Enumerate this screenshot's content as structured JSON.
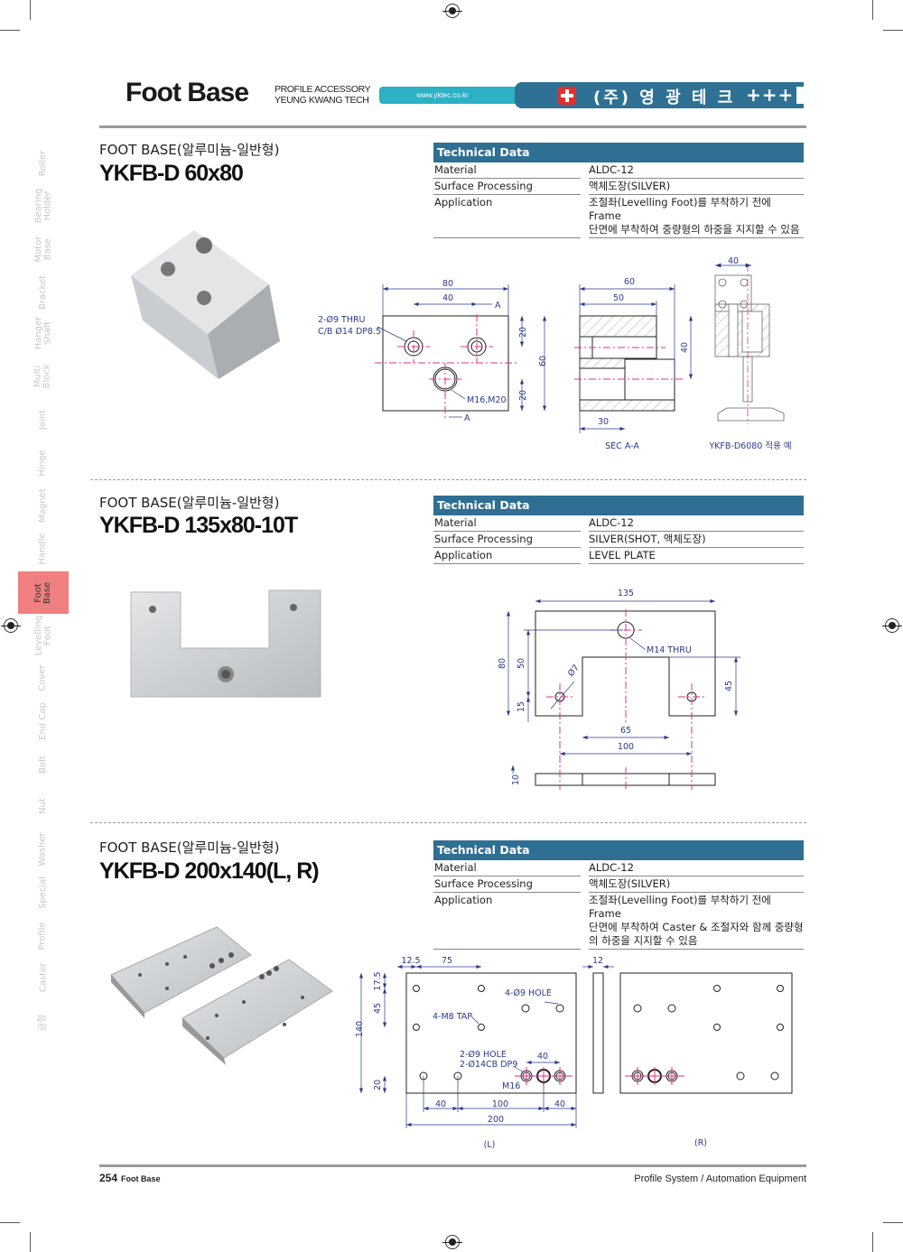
{
  "header": {
    "title": "Foot Base",
    "subtitle_line1": "PROFILE ACCESSORY",
    "subtitle_line2": "YEUNG KWANG TECH",
    "url": "www.yktec.co.kr",
    "brand": "(주) 영 광 테 크",
    "brand_plus": "+++",
    "colors": {
      "url_bar": "#2bb0c4",
      "brand_bar": "#2f7195",
      "logo": "#e03030"
    }
  },
  "sidebar": {
    "active_color": "#f08080",
    "items": [
      {
        "label": "Roller"
      },
      {
        "label": "Bearing\nHolder"
      },
      {
        "label": "Motor\nBase"
      },
      {
        "label": "Bracket"
      },
      {
        "label": "Hanger\nShaft"
      },
      {
        "label": "Multi\nBlock"
      },
      {
        "label": "Joint"
      },
      {
        "label": "Hinge"
      },
      {
        "label": "Magnet"
      },
      {
        "label": "Handle"
      },
      {
        "label": "Foot\nBase",
        "active": true
      },
      {
        "label": "Levelling\nFoot"
      },
      {
        "label": "Cover"
      },
      {
        "label": "End Cap"
      },
      {
        "label": "Bolt"
      },
      {
        "label": "Nut"
      },
      {
        "label": "Washer"
      },
      {
        "label": "Special"
      },
      {
        "label": "Profile"
      },
      {
        "label": "Caster"
      },
      {
        "label": "금형"
      }
    ]
  },
  "products": [
    {
      "category": "FOOT BASE(알루미늄-일반형)",
      "model": "YKFB-D 60x80",
      "tech": {
        "title": "Technical Data",
        "rows": [
          {
            "key": "Material",
            "value": "ALDC-12"
          },
          {
            "key": "Surface Processing",
            "value": "액체도장(SILVER)"
          },
          {
            "key": "Application",
            "value": "조절좌(Levelling Foot)를 부착하기 전에 Frame\n단면에 부착하여 중량형의 하중을 지지할 수 있음"
          }
        ]
      },
      "drawing": {
        "dim_80": "80",
        "dim_40": "40",
        "sec_a_top": "A",
        "sec_a_bottom": "A",
        "hole_note1": "2-Ø9 THRU",
        "hole_note2": "C/B Ø14 DP8.5",
        "tap_note": "M16,M20",
        "dim_20a": "20",
        "dim_20b": "20",
        "dim_60": "60",
        "sec_60": "60",
        "sec_50": "50",
        "sec_40": "40",
        "sec_30": "30",
        "sec_label": "SEC A-A",
        "use_40": "40",
        "use_label": "YKFB-D6080 적용 예"
      }
    },
    {
      "category": "FOOT BASE(알루미늄-일반형)",
      "model": "YKFB-D 135x80-10T",
      "tech": {
        "title": "Technical Data",
        "rows": [
          {
            "key": "Material",
            "value": "ALDC-12"
          },
          {
            "key": "Surface Processing",
            "value": "SILVER(SHOT, 액체도장)"
          },
          {
            "key": "Application",
            "value": "LEVEL PLATE"
          }
        ]
      },
      "drawing": {
        "dim_135": "135",
        "dim_80": "80",
        "dim_50": "50",
        "dim_15": "15",
        "dim_45": "45",
        "dim_65": "65",
        "dim_100": "100",
        "dim_d7": "Ø7",
        "tap_note": "M14 THRU",
        "dim_10": "10"
      }
    },
    {
      "category": "FOOT BASE(알루미늄-일반형)",
      "model": "YKFB-D 200x140(L, R)",
      "tech": {
        "title": "Technical Data",
        "rows": [
          {
            "key": "Material",
            "value": "ALDC-12"
          },
          {
            "key": "Surface Processing",
            "value": "액체도장(SILVER)"
          },
          {
            "key": "Application",
            "value": "조절좌(Levelling Foot)를 부착하기 전에 Frame\n단면에 부착하여 Caster & 조절자와 함께 중량형\n의 하중을 지지할 수 있음"
          }
        ]
      },
      "drawing": {
        "dim_12_5": "12.5",
        "dim_75": "75",
        "dim_17_5": "17.5",
        "dim_45": "45",
        "dim_140": "140",
        "dim_20": "20",
        "hole_note": "4-Ø9 HOLE",
        "tap_note": "4-M8 TAP",
        "cb_note1": "2-Ø9 HOLE",
        "cb_note2": "2-Ø14CB DP9",
        "dim_40_top": "40",
        "m16": "M16",
        "dim_40a": "40",
        "dim_100": "100",
        "dim_40b": "40",
        "dim_200": "200",
        "dim_12": "12",
        "left_label": "(L)",
        "right_label": "(R)"
      }
    }
  ],
  "footer": {
    "page": "254",
    "section": "Foot Base",
    "right": "Profile System / Automation Equipment"
  }
}
